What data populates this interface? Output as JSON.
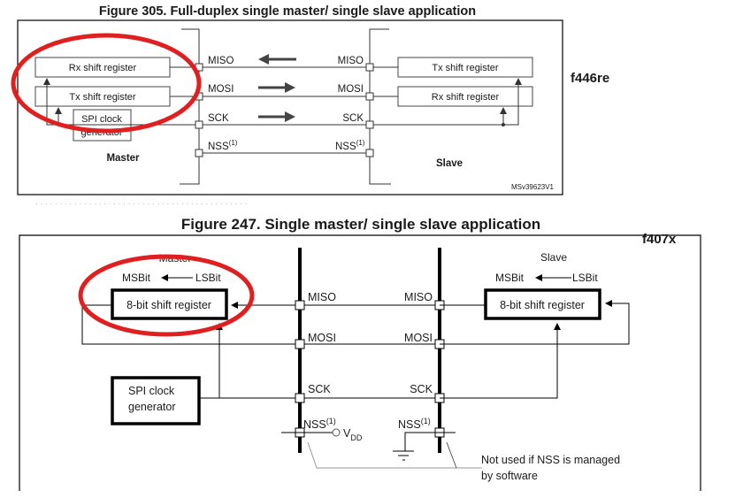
{
  "fig1": {
    "title": "Figure 305. Full-duplex single master/ single slave application",
    "tag": "f446re",
    "master_label": "Master",
    "slave_label": "Slave",
    "master_rx": "Rx shift register",
    "master_tx": "Tx shift register",
    "clock_gen_line1": "SPI clock",
    "clock_gen_line2": "generator",
    "slave_tx": "Tx shift register",
    "slave_rx": "Rx shift register",
    "pins_master": [
      "MISO",
      "MOSI",
      "SCK",
      "NSS"
    ],
    "pins_slave": [
      "MISO",
      "MOSI",
      "SCK",
      "NSS"
    ],
    "note_ref": "(1)",
    "code": "MSv39623V1",
    "arrows": [
      "left",
      "right",
      "right"
    ]
  },
  "fig2": {
    "title": "Figure 247. Single master/ single slave application",
    "tag": "f407x",
    "master_label": "Master",
    "slave_label": "Slave",
    "msbit": "MSBit",
    "lsbit": "LSBit",
    "master_reg": "8-bit shift register",
    "slave_reg": "8-bit shift register",
    "clock_gen_line1": "SPI clock",
    "clock_gen_line2": "generator",
    "pins_master": [
      "MISO",
      "MOSI",
      "SCK",
      "NSS"
    ],
    "pins_slave": [
      "MISO",
      "MOSI",
      "SCK",
      "NSS"
    ],
    "note_ref": "(1)",
    "vdd": "V",
    "vdd_sub": "DD",
    "note_line1": "Not used if NSS is managed",
    "note_line2": "by software"
  },
  "annotation_color": "#e02020"
}
